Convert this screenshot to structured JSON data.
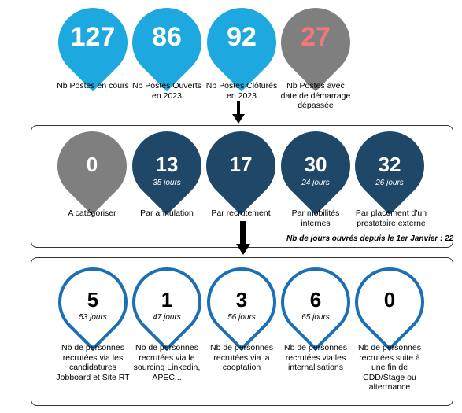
{
  "colors": {
    "light_blue": "#1ea8e0",
    "dark_blue": "#1f4868",
    "grey": "#7f7f7f",
    "red_number": "#f4787a",
    "outline_blue": "#1a6fb5"
  },
  "top_row": [
    {
      "value": "127",
      "label": "Nb Postes en cours"
    },
    {
      "value": "86",
      "label": "Nb Postes Ouverts en 2023"
    },
    {
      "value": "92",
      "label": "Nb Postes Clôturés en 2023"
    },
    {
      "value": "27",
      "label": "Nb Postes avec date de démarrage dépassée"
    }
  ],
  "middle_row": [
    {
      "value": "0",
      "sub": "",
      "label": "A catégoriser"
    },
    {
      "value": "13",
      "sub": "35 jours",
      "label": "Par annulation"
    },
    {
      "value": "17",
      "sub": "",
      "label": "Par recrutement"
    },
    {
      "value": "30",
      "sub": "24 jours",
      "label": "Par mobilités internes"
    },
    {
      "value": "32",
      "sub": "26 jours",
      "label": "Par placement d'un prestataire externe"
    }
  ],
  "middle_note": "Nb de jours ouvrés depuis le 1er Janvier : 22",
  "bottom_row": [
    {
      "value": "5",
      "sub": "53 jours",
      "label": "Nb de personnes recrutées via les candidatures Jobboard et Site RT"
    },
    {
      "value": "1",
      "sub": "47 jours",
      "label": "Nb de personnes recrutées via le sourcing Linkedin, APEC..."
    },
    {
      "value": "3",
      "sub": "56 jours",
      "label": "Nb de personnes recrutées via la cooptation"
    },
    {
      "value": "6",
      "sub": "65 jours",
      "label": "Nb de personnes recrutées via les internalisations"
    },
    {
      "value": "0",
      "sub": "",
      "label": "Nb de personnes recrutées suite à une fin de CDD/Stage ou alterrnance"
    }
  ]
}
